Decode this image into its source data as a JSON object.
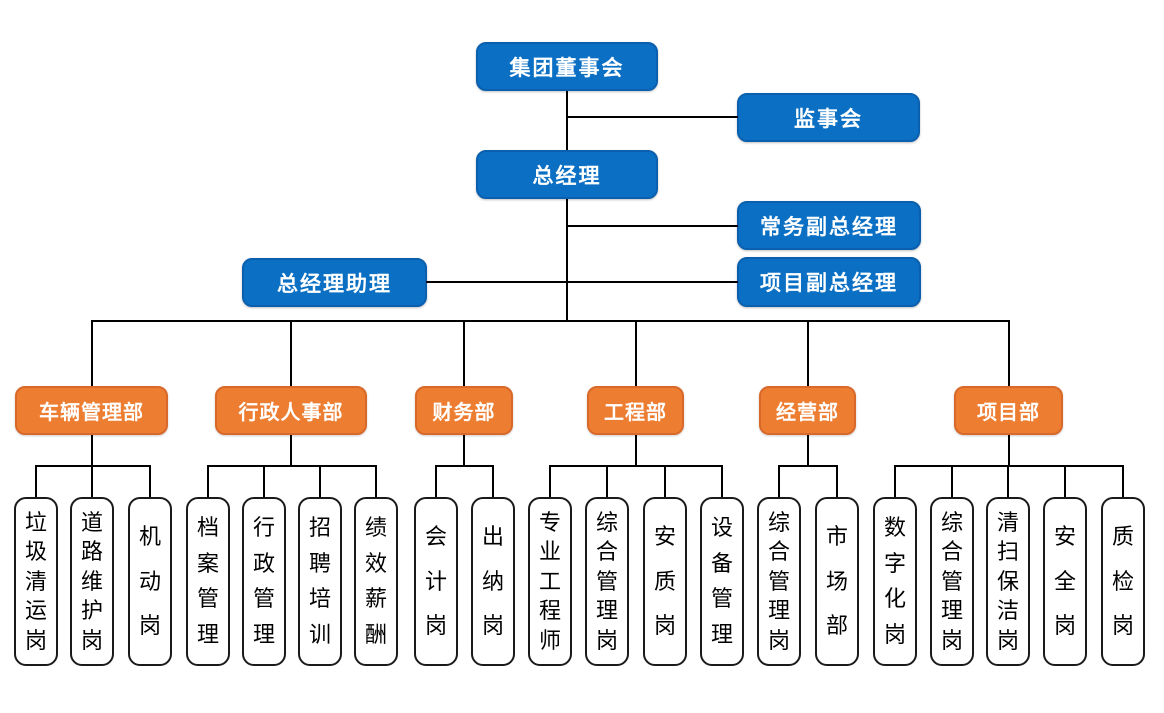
{
  "palette": {
    "background": "#ffffff",
    "blue": "#0b70c4",
    "blue_border": "#0a5fae",
    "orange": "#ed7d31",
    "orange_border": "#d9692a",
    "line": "#000000",
    "leaf_bg": "#ffffff",
    "leaf_border": "#1a1a1a",
    "leaf_text": "#000000",
    "node_text": "#ffffff"
  },
  "org": {
    "board": "集团董事会",
    "supervisory": "监事会",
    "general_manager": "总经理",
    "executive_deputy_gm": "常务副总经理",
    "gm_assistant": "总经理助理",
    "project_deputy_gm": "项目副总经理"
  },
  "departments": [
    {
      "label": "车辆管理部",
      "positions": [
        "垃圾清运岗",
        "道路维护岗",
        "机动岗"
      ]
    },
    {
      "label": "行政人事部",
      "positions": [
        "档案管理",
        "行政管理",
        "招聘培训",
        "绩效薪酬"
      ]
    },
    {
      "label": "财务部",
      "positions": [
        "会计岗",
        "出纳岗"
      ]
    },
    {
      "label": "工程部",
      "positions": [
        "专业工程师",
        "综合管理岗",
        "安质岗",
        "设备管理"
      ]
    },
    {
      "label": "经营部",
      "positions": [
        "综合管理岗",
        "市场部"
      ]
    },
    {
      "label": "项目部",
      "positions": [
        "数字化岗",
        "综合管理岗",
        "清扫保洁岗",
        "安全岗",
        "质检岗"
      ]
    }
  ]
}
